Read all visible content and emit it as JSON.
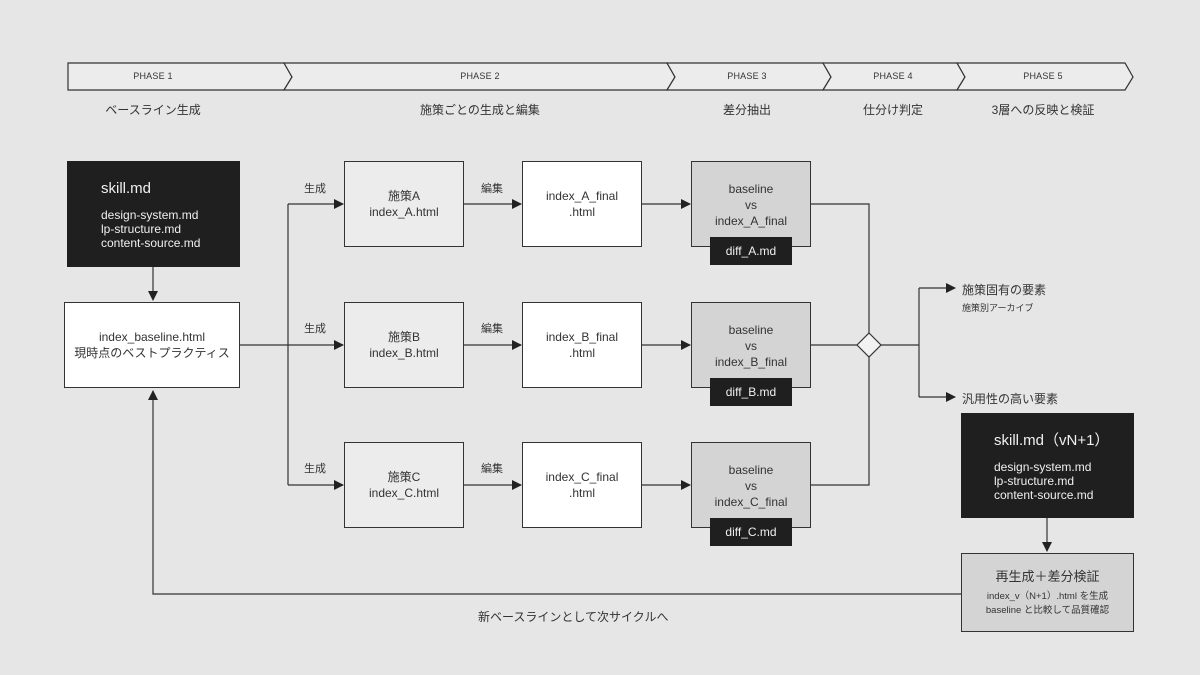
{
  "phases": [
    {
      "label": "PHASE 1",
      "subtitle": "ベースライン生成"
    },
    {
      "label": "PHASE 2",
      "subtitle": "施策ごとの生成と編集"
    },
    {
      "label": "PHASE 3",
      "subtitle": "差分抽出"
    },
    {
      "label": "PHASE 4",
      "subtitle": "仕分け判定"
    },
    {
      "label": "PHASE 5",
      "subtitle": "3層への反映と検証"
    }
  ],
  "skill_source": {
    "title": "skill.md",
    "files": [
      "design-system.md",
      "lp-structure.md",
      "content-source.md"
    ]
  },
  "baseline": {
    "line1": "index_baseline.html",
    "line2": "現時点のベストプラクティス"
  },
  "edge_labels": {
    "generate": "生成",
    "edit": "編集"
  },
  "variants": [
    {
      "name": "施策A",
      "file": "index_A.html",
      "final_line1": "index_A_final",
      "final_line2": ".html",
      "diff_line1": "baseline",
      "diff_line2": "vs",
      "diff_line3": "index_A_final",
      "diff_file": "diff_A.md"
    },
    {
      "name": "施策B",
      "file": "index_B.html",
      "final_line1": "index_B_final",
      "final_line2": ".html",
      "diff_line1": "baseline",
      "diff_line2": "vs",
      "diff_line3": "index_B_final",
      "diff_file": "diff_B.md"
    },
    {
      "name": "施策C",
      "file": "index_C.html",
      "final_line1": "index_C_final",
      "final_line2": ".html",
      "diff_line1": "baseline",
      "diff_line2": "vs",
      "diff_line3": "index_C_final",
      "diff_file": "diff_C.md"
    }
  ],
  "branches": {
    "specific": {
      "title": "施策固有の要素",
      "sub": "施策別アーカイブ"
    },
    "general": {
      "title": "汎用性の高い要素"
    }
  },
  "skill_next": {
    "title": "skill.md（vN+1）",
    "files": [
      "design-system.md",
      "lp-structure.md",
      "content-source.md"
    ]
  },
  "verify": {
    "title": "再生成＋差分検証",
    "line1": "index_v（N+1）.html を生成",
    "line2": "baseline と比較して品質確認"
  },
  "loop_label": "新ベースラインとして次サイクルへ"
}
